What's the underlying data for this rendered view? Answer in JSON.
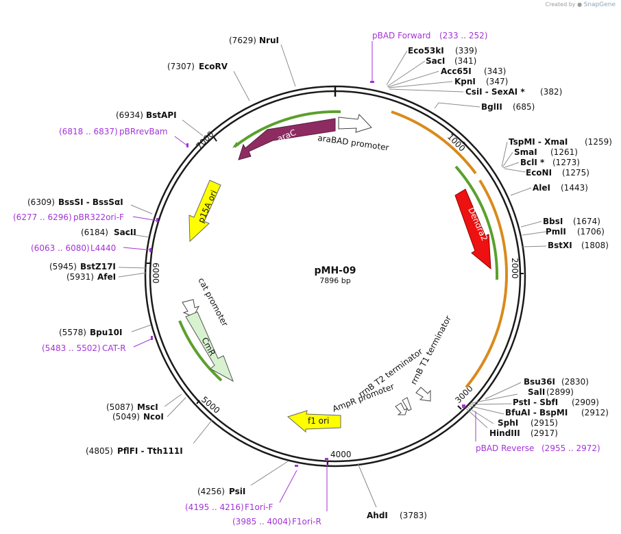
{
  "credit": {
    "created_by": "Created by",
    "brand": "SnapGene"
  },
  "plasmid": {
    "name": "pMH-09",
    "length": "7896 bp"
  },
  "ticks": [
    "1000",
    "2000",
    "3000",
    "4000",
    "5000",
    "6000",
    "7000"
  ],
  "features": {
    "arac": "araC",
    "arabad": "araBAD promoter",
    "p15a": "p15A ori",
    "dendra2": "Dendra2",
    "cat_promoter": "cat promoter",
    "cmr": "CmR",
    "rrnb_t1": "rrnB T1 terminator",
    "rrnb_t2": "rrnB T2 terminator",
    "ampr_promoter": "AmpR promoter",
    "f1_ori": "f1 ori"
  },
  "sites": [
    {
      "name": "NruI",
      "pos": "(7629)"
    },
    {
      "name": "EcoRV",
      "pos": "(7307)"
    },
    {
      "name": "BstAPI",
      "pos": "(6934)"
    },
    {
      "name": "BssSI  -  BssSαI",
      "pos": "(6309)"
    },
    {
      "name": "SacII",
      "pos": "(6184)"
    },
    {
      "name": "BstZ17I",
      "pos": "(5945)"
    },
    {
      "name": "AfeI",
      "pos": "(5931)"
    },
    {
      "name": "Bpu10I",
      "pos": "(5578)"
    },
    {
      "name": "MscI",
      "pos": "(5087)"
    },
    {
      "name": "NcoI",
      "pos": "(5049)"
    },
    {
      "name": "PflFI  -  Tth111I",
      "pos": "(4805)"
    },
    {
      "name": "PsiI",
      "pos": "(4256)"
    },
    {
      "name": "AhdI",
      "pos": "(3783)"
    },
    {
      "name": "HindIII",
      "pos": "(2917)"
    },
    {
      "name": "SphI",
      "pos": "(2915)"
    },
    {
      "name": "BfuAI  -  BspMI",
      "pos": "(2912)"
    },
    {
      "name": "PstI  -  SbfI",
      "pos": "(2909)"
    },
    {
      "name": "SalI",
      "pos": "(2899)"
    },
    {
      "name": "Bsu36I",
      "pos": "(2830)"
    },
    {
      "name": "BstXI",
      "pos": "(1808)"
    },
    {
      "name": "PmlI",
      "pos": "(1706)"
    },
    {
      "name": "BbsI",
      "pos": "(1674)"
    },
    {
      "name": "AleI",
      "pos": "(1443)"
    },
    {
      "name": "EcoNI",
      "pos": "(1275)"
    },
    {
      "name": "BclI *",
      "pos": "(1273)"
    },
    {
      "name": "SmaI",
      "pos": "(1261)"
    },
    {
      "name": "TspMI  -  XmaI",
      "pos": "(1259)"
    },
    {
      "name": "BglII",
      "pos": "(685)"
    },
    {
      "name": "CsiI  -  SexAI *",
      "pos": "(382)"
    },
    {
      "name": "KpnI",
      "pos": "(347)"
    },
    {
      "name": "Acc65I",
      "pos": "(343)"
    },
    {
      "name": "SacI",
      "pos": "(341)"
    },
    {
      "name": "Eco53kI",
      "pos": "(339)"
    }
  ],
  "primers": [
    {
      "name": "pBAD Forward",
      "range": "(233 .. 252)"
    },
    {
      "name": "pBRrevBam",
      "range": "(6818 .. 6837)"
    },
    {
      "name": "pBR322ori-F",
      "range": "(6277 .. 6296)"
    },
    {
      "name": "L4440",
      "range": "(6063 .. 6080)"
    },
    {
      "name": "CAT-R",
      "range": "(5483 .. 5502)"
    },
    {
      "name": "F1ori-F",
      "range": "(4195 .. 4216)"
    },
    {
      "name": "F1ori-R",
      "range": "(3985 .. 4004)"
    },
    {
      "name": "pBAD Reverse",
      "range": "(2955 .. 2972)"
    }
  ],
  "colors": {
    "backbone": "#1a1a1a",
    "arac": "#8e2c62",
    "dendra2": "#ee1111",
    "p15a": "#ffff00",
    "f1_ori": "#ffff00",
    "cmr": "#d8f2d0",
    "promoter": "#ffffff",
    "orf_green": "#5aa02c",
    "orf_orange": "#d98a1c",
    "primer": "#a233d6"
  }
}
